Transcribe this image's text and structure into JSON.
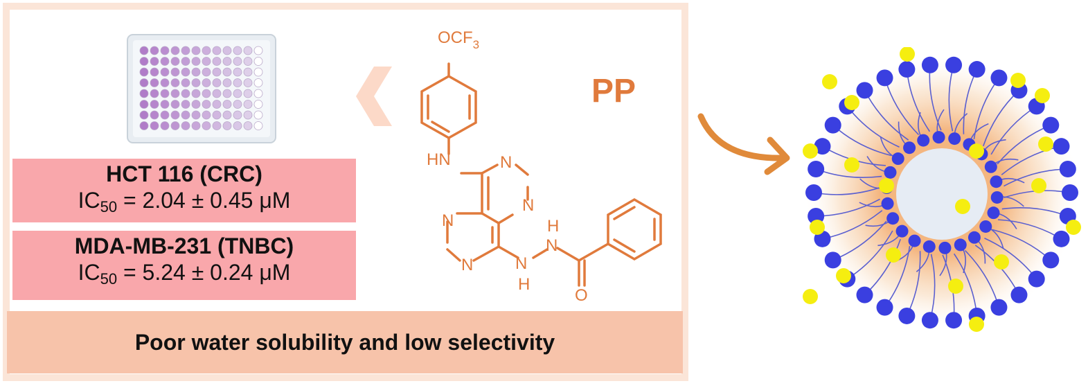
{
  "compound": {
    "name": "PP",
    "atoms": {
      "ocf3": "OCF",
      "ocf3_sub": "3",
      "hn": "HN",
      "n": "N",
      "h": "H",
      "o": "O"
    }
  },
  "assays": [
    {
      "cell_line": "HCT 116 (CRC)",
      "ic50_label": "IC",
      "ic50_sub": "50",
      "ic50_value": " = 2.04 ± 0.45 μM"
    },
    {
      "cell_line": "MDA-MB-231 (TNBC)",
      "ic50_label": "IC",
      "ic50_sub": "50",
      "ic50_value": " = 5.24 ± 0.24 μM"
    }
  ],
  "limitation": "Poor water solubility and low selectivity",
  "colors": {
    "compound": "#e07a3c",
    "assay_box": "#f9a7ab",
    "limitation_bar": "#f7c3aa",
    "panel_border": "#fbe5d8",
    "lipid_head": "#3a3fe0",
    "drug_particle": "#f5ee10",
    "well_purple": "#b07cc8"
  },
  "icons": {
    "plate": "96-well-plate-icon",
    "chevron": "chevron-left-icon",
    "arrow": "curved-arrow-icon",
    "micelle": "micelle-nanocarrier-icon"
  }
}
